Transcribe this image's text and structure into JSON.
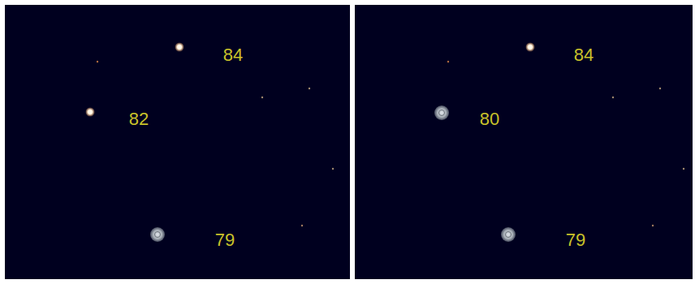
{
  "diagram": {
    "labels": [
      "84",
      "82",
      "79",
      "84",
      "80",
      "79"
    ]
  }
}
